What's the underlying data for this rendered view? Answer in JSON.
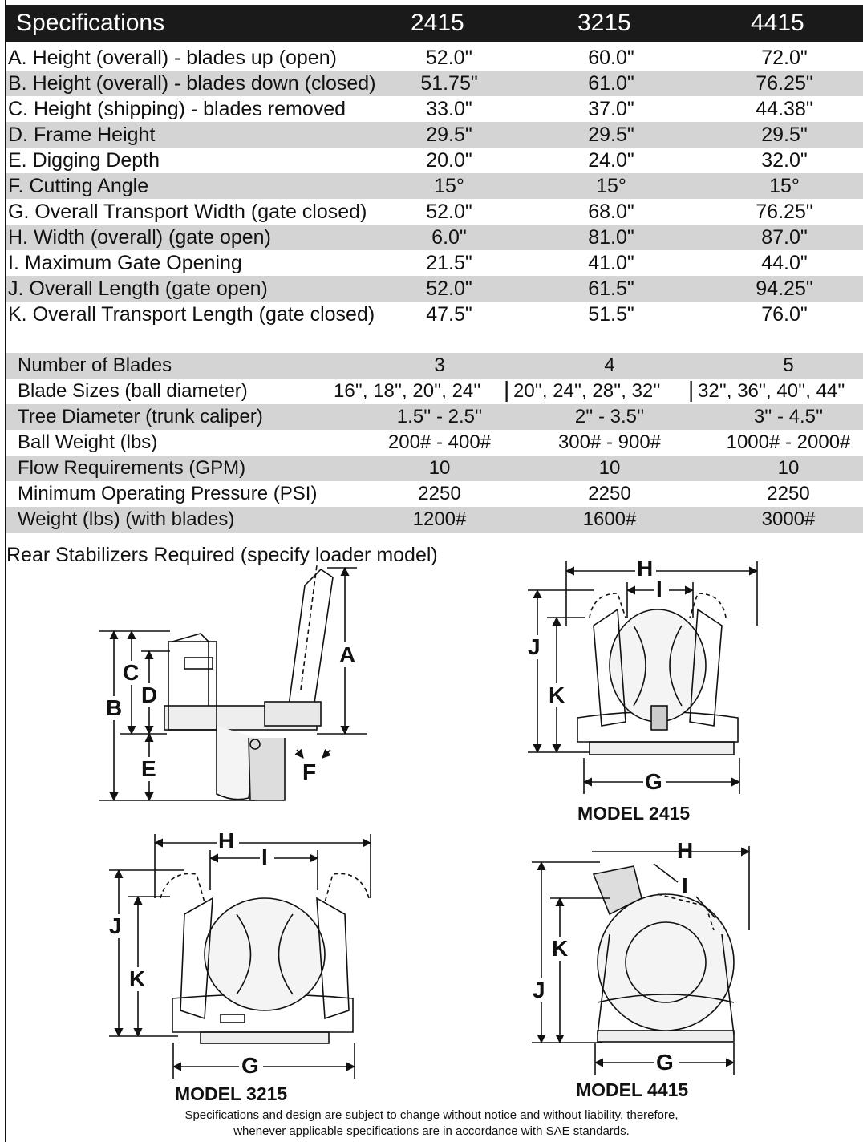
{
  "header": {
    "title": "Specifications",
    "models": [
      "2415",
      "3215",
      "4415"
    ]
  },
  "table_a": [
    {
      "label": "A.  Height (overall) - blades up (open)",
      "v": [
        "52.0''",
        "60.0\"",
        "72.0\""
      ]
    },
    {
      "label": "B.  Height (overall) - blades down (closed)",
      "v": [
        "51.75\"",
        "61.0\"",
        "76.25\""
      ]
    },
    {
      "label": "C.  Height (shipping) - blades removed",
      "v": [
        "33.0\"",
        "37.0\"",
        "44.38\""
      ]
    },
    {
      "label": "D.  Frame Height",
      "v": [
        "29.5\"",
        "29.5\"",
        "29.5\""
      ]
    },
    {
      "label": "E.  Digging Depth",
      "v": [
        "20.0\"",
        "24.0\"",
        "32.0\""
      ]
    },
    {
      "label": "F.  Cutting Angle",
      "v": [
        "15°",
        "15°",
        "15°"
      ]
    },
    {
      "label": "G.  Overall Transport Width (gate closed)",
      "v": [
        "52.0\"",
        "68.0\"",
        "76.25\""
      ]
    },
    {
      "label": "H.  Width (overall) (gate open)",
      "v": [
        "6.0\"",
        "81.0\"",
        "87.0\""
      ]
    },
    {
      "label": "I.   Maximum Gate Opening",
      "v": [
        "21.5\"",
        "41.0\"",
        "44.0\""
      ]
    },
    {
      "label": "J.  Overall Length (gate open)",
      "v": [
        "52.0\"",
        "61.5\"",
        "94.25\""
      ]
    },
    {
      "label": "K.  Overall Transport Length (gate closed)",
      "v": [
        "47.5\"",
        "51.5\"",
        "76.0\""
      ]
    }
  ],
  "table_b": [
    {
      "label": "Number of Blades",
      "v": [
        "3",
        "4",
        "5"
      ]
    },
    {
      "label": "Blade Sizes (ball diameter)",
      "v": [
        "16'', 18'', 20'', 24''",
        "20'', 24'', 28'', 32''",
        "32'', 36'', 40'', 44''"
      ]
    },
    {
      "label": "Tree Diameter (trunk caliper)",
      "v": [
        "1.5'' - 2.5''",
        "2'' - 3.5''",
        "3'' - 4.5''"
      ]
    },
    {
      "label": "Ball Weight (lbs)",
      "v": [
        "200# - 400#",
        "300# - 900#",
        "1000# - 2000#"
      ]
    },
    {
      "label": "Flow Requirements (GPM)",
      "v": [
        "10",
        "10",
        "10"
      ]
    },
    {
      "label": "Minimum Operating Pressure (PSI)",
      "v": [
        "2250",
        "2250",
        "2250"
      ]
    },
    {
      "label": "Weight (lbs) (with blades)",
      "v": [
        "1200#",
        "1600#",
        "3000#"
      ]
    }
  ],
  "note": "Rear Stabilizers Required (specify loader model)",
  "dims": {
    "a": "A",
    "b": "B",
    "c": "C",
    "d": "D",
    "e": "E",
    "f": "F",
    "g": "G",
    "h": "H",
    "i": "I",
    "j": "J",
    "k": "K"
  },
  "models": {
    "m2415": "MODEL 2415",
    "m3215": "MODEL 3215",
    "m4415": "MODEL 4415"
  },
  "footer": {
    "line1": "Specifications and design are subject to change without notice and without liability, therefore,",
    "line2": "whenever applicable specifications are in accordance with SAE standards."
  }
}
